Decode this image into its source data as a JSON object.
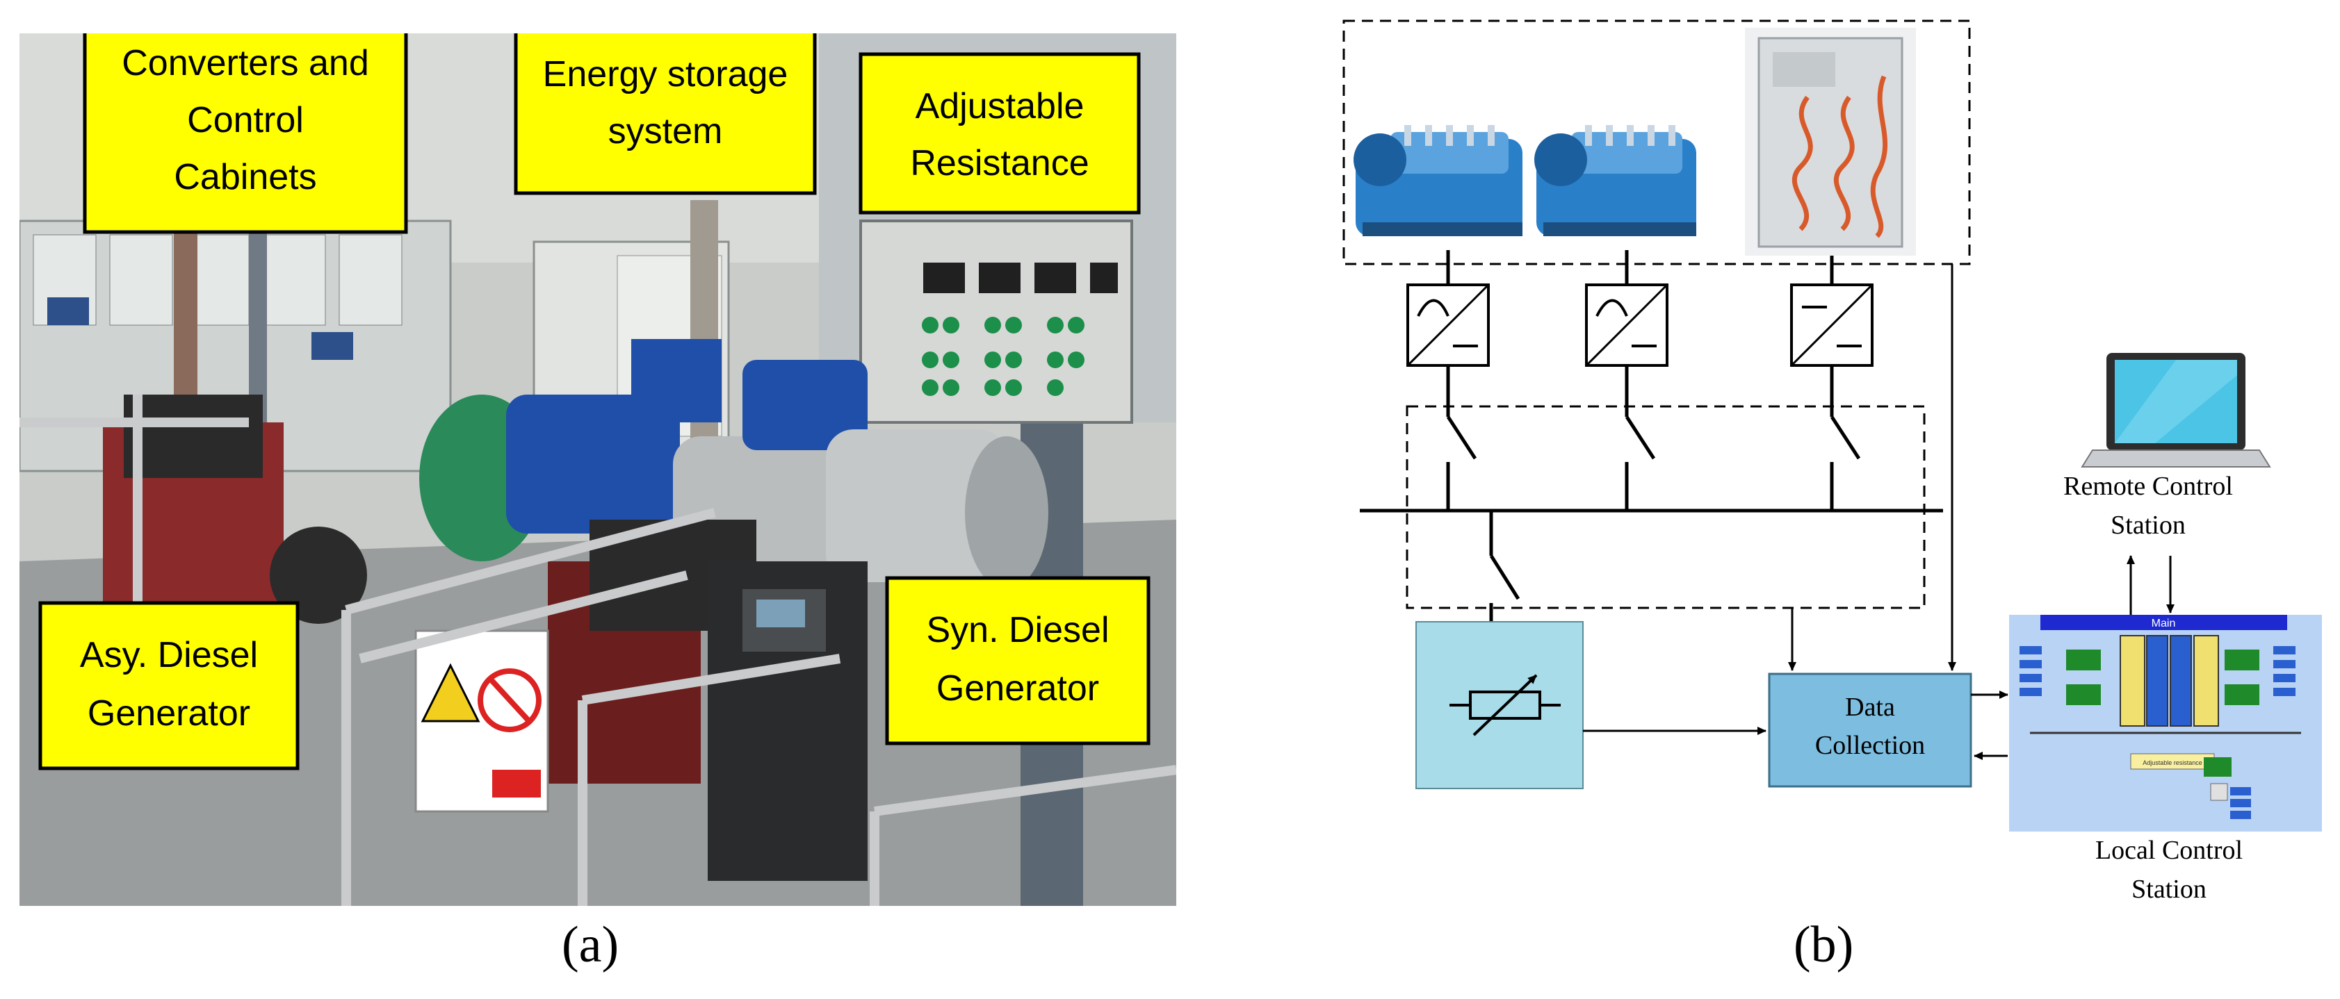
{
  "panel_a": {
    "caption": "(a)",
    "labels": {
      "converters": [
        "Converters and",
        "Control",
        "Cabinets"
      ],
      "energy_storage": [
        "Energy storage",
        "system"
      ],
      "adjustable_resistance": [
        "Adjustable",
        "Resistance"
      ],
      "asy_generator": [
        "Asy. Diesel",
        "Generator"
      ],
      "syn_generator": [
        "Syn. Diesel",
        "Generator"
      ]
    },
    "colors": {
      "label_fill": "#ffff00",
      "machine_blue": "#1f4fa8",
      "machine_green": "#2a8a5a"
    }
  },
  "panel_b": {
    "caption": "(b)",
    "data_collection": [
      "Data",
      "Collection"
    ],
    "remote_station": [
      "Remote Control",
      "Station"
    ],
    "local_station": [
      "Local Control",
      "Station"
    ],
    "hmi": {
      "title": "Main",
      "resistance_label": "Adjustable resistance"
    },
    "colors": {
      "resistor_fill": "#a8dce8",
      "data_fill": "#7dbde0",
      "hmi_fill": "#b9d3f5",
      "engine_blue": "#2a7fc9"
    }
  }
}
